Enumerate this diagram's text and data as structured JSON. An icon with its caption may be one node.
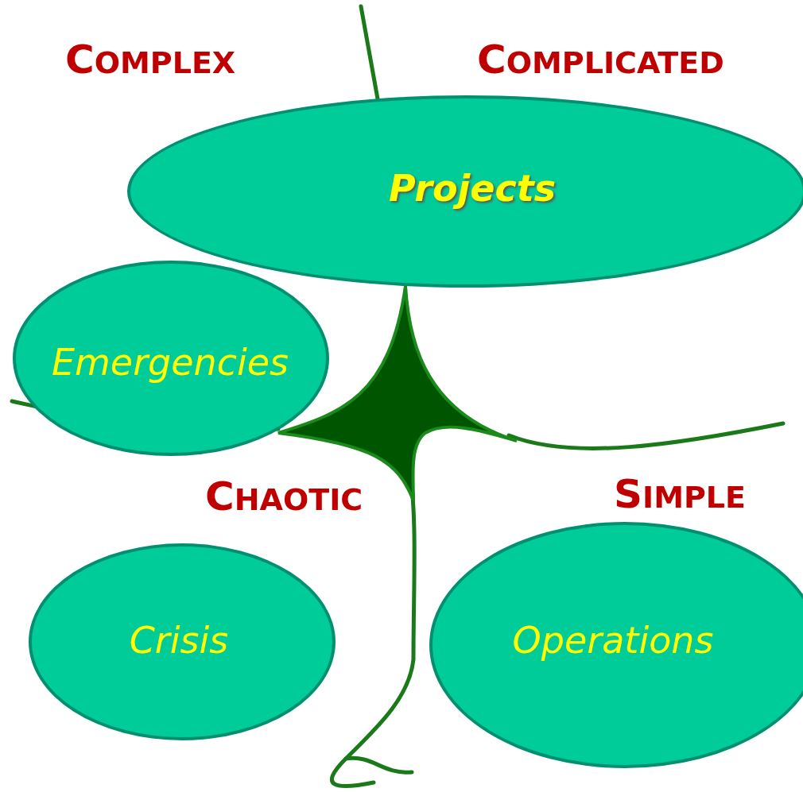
{
  "diagram": {
    "nodes": [
      {
        "text": [
          "Projects"
        ]
      },
      {
        "text": [
          "Emergencies"
        ]
      },
      {
        "text": [
          "Crisis"
        ]
      },
      {
        "text": [
          "Operations"
        ]
      }
    ],
    "labels": [
      "COMPLEX",
      "COMPLICATED",
      "CHAOTIC",
      "SIMPLE"
    ]
  }
}
